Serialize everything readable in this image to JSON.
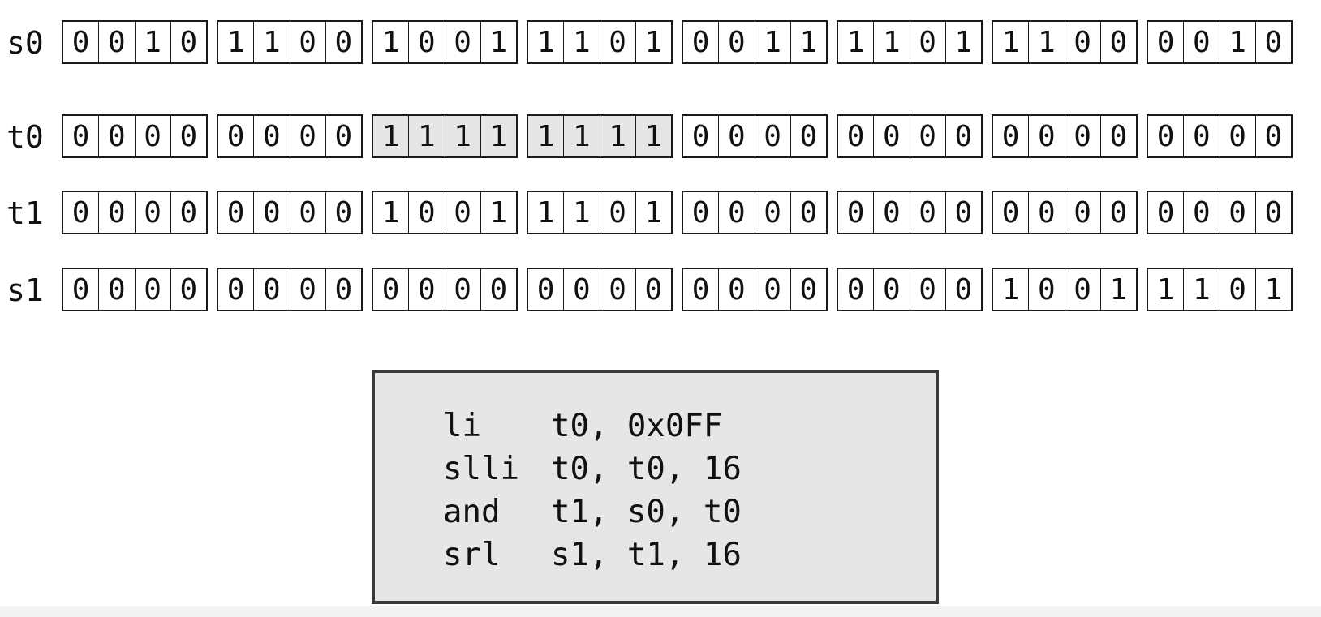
{
  "registers": [
    {
      "label": "s0",
      "nibbles": [
        "0010",
        "1100",
        "1001",
        "1101",
        "0011",
        "1101",
        "1100",
        "0010"
      ],
      "highlighted_nibbles": []
    },
    {
      "label": "t0",
      "nibbles": [
        "0000",
        "0000",
        "1111",
        "1111",
        "0000",
        "0000",
        "0000",
        "0000"
      ],
      "highlighted_nibbles": [
        2,
        3
      ]
    },
    {
      "label": "t1",
      "nibbles": [
        "0000",
        "0000",
        "1001",
        "1101",
        "0000",
        "0000",
        "0000",
        "0000"
      ],
      "highlighted_nibbles": []
    },
    {
      "label": "s1",
      "nibbles": [
        "0000",
        "0000",
        "0000",
        "0000",
        "0000",
        "0000",
        "1001",
        "1101"
      ],
      "highlighted_nibbles": []
    }
  ],
  "code": [
    {
      "op": "li",
      "args": "t0, 0x0FF"
    },
    {
      "op": "slli",
      "args": "t0, t0, 16"
    },
    {
      "op": "and",
      "args": "t1, s0, t0"
    },
    {
      "op": "srl",
      "args": "s1, t1, 16"
    }
  ],
  "colors": {
    "highlight": "#e6e6e6",
    "code_background": "#e6e6e6",
    "border": "#1a1a1a"
  }
}
